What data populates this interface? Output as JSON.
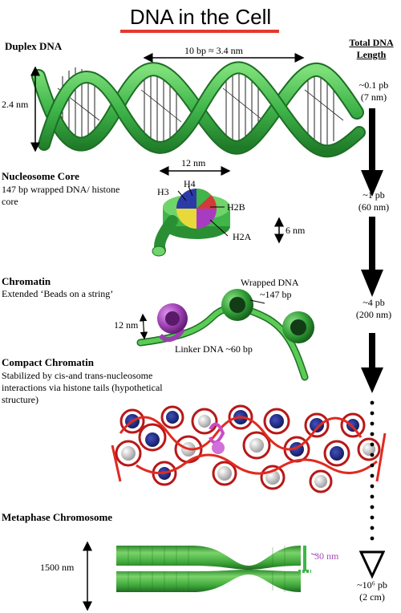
{
  "title": "DNA in the Cell",
  "length_header": [
    "Total DNA",
    "Length"
  ],
  "sections": {
    "duplex": {
      "title": "Duplex DNA",
      "dim_bp": "10 bp ≈ 3.4 nm",
      "dim_width": "2.4 nm",
      "length_1": "~0.1 pb",
      "length_2": "(7 nm)"
    },
    "nucleosome": {
      "title": "Nucleosome Core",
      "desc": "147 bp wrapped DNA/ histone core",
      "dim_width": "12 nm",
      "dim_height": "6 nm",
      "histones": [
        "H4",
        "H3",
        "H2B",
        "H2A"
      ],
      "length_1": "~1 pb",
      "length_2": "(60 nm)"
    },
    "chromatin": {
      "title": "Chromatin",
      "desc": "Extended ‘Beads on a string’",
      "wrapped_1": "Wrapped DNA",
      "wrapped_2": "~147 bp",
      "dim": "12 nm",
      "linker": "Linker DNA ~60 bp",
      "length_1": "~4 pb",
      "length_2": "(200 nm)"
    },
    "compact": {
      "title": "Compact Chromatin",
      "desc": "Stabilized by cis-and trans-nucleosome interactions via histone tails (hypothetical structure)"
    },
    "metaphase": {
      "title": "Metaphase Chromosome",
      "dim_height": "1500 nm",
      "dim_fiber": "30 nm",
      "length_1": "~10⁶ pb",
      "length_2": "(2 cm)"
    }
  },
  "colors": {
    "title_underline": "#e23a2e",
    "dna_green": "#3fb54a",
    "chromatin_purple": "#9b3fb0",
    "compact_red": "#e02a20",
    "histone_blue": "#1f2b8c",
    "annotation_purple": "#a24db0"
  }
}
